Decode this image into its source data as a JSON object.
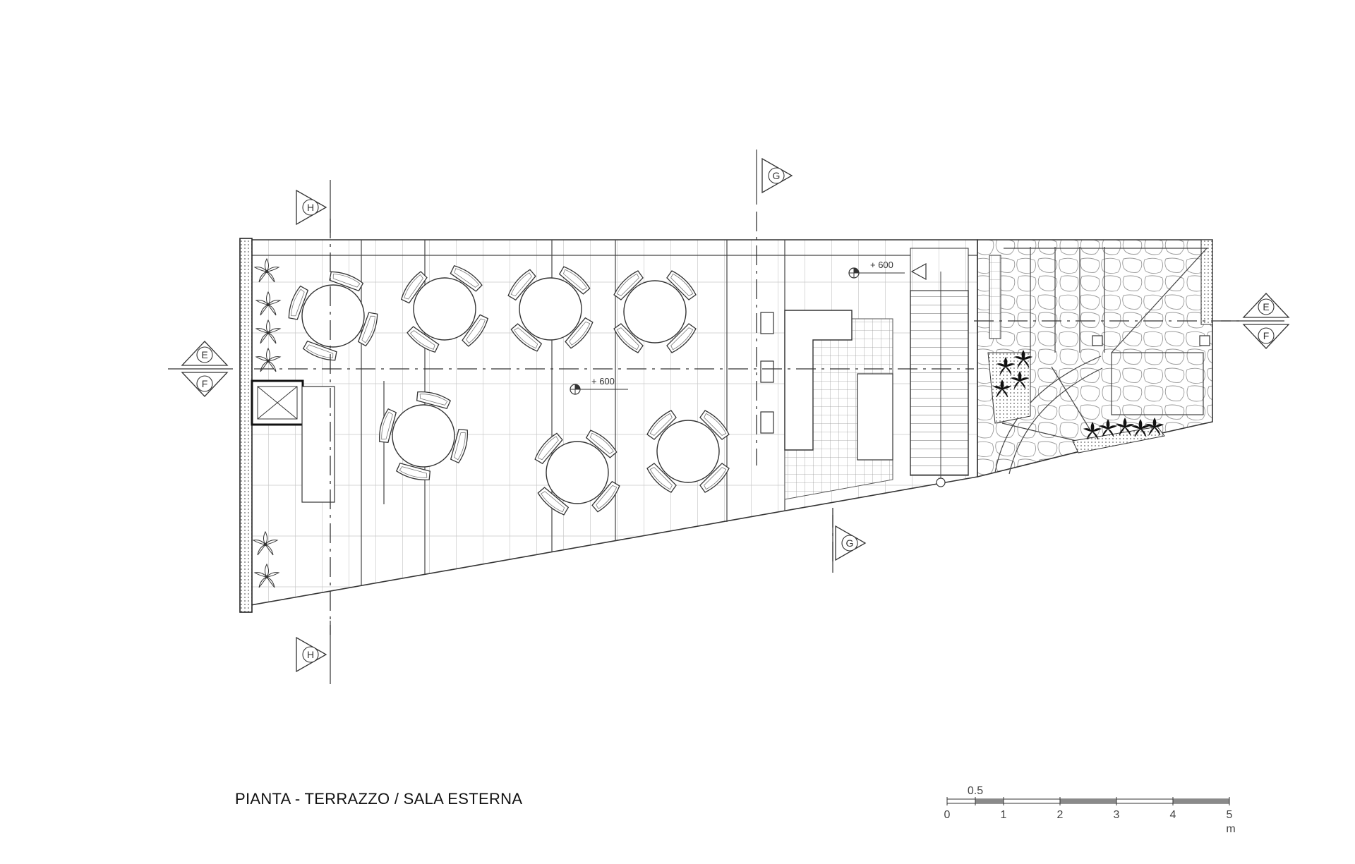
{
  "title": "PIANTA  -  TERRAZZO / SALA ESTERNA",
  "elevation_labels": [
    "+ 600",
    "+ 600"
  ],
  "section_markers": {
    "E": "E",
    "F": "F",
    "G": "G",
    "H": "H"
  },
  "scale_bar": {
    "half_label": "0.5",
    "ticks": [
      "0",
      "1",
      "2",
      "3",
      "4",
      "5"
    ],
    "unit": "m"
  },
  "colors": {
    "line": "#333333",
    "hatch": "#9a9a9a",
    "scale_fill": "#8a8a8a",
    "background": "#ffffff"
  }
}
